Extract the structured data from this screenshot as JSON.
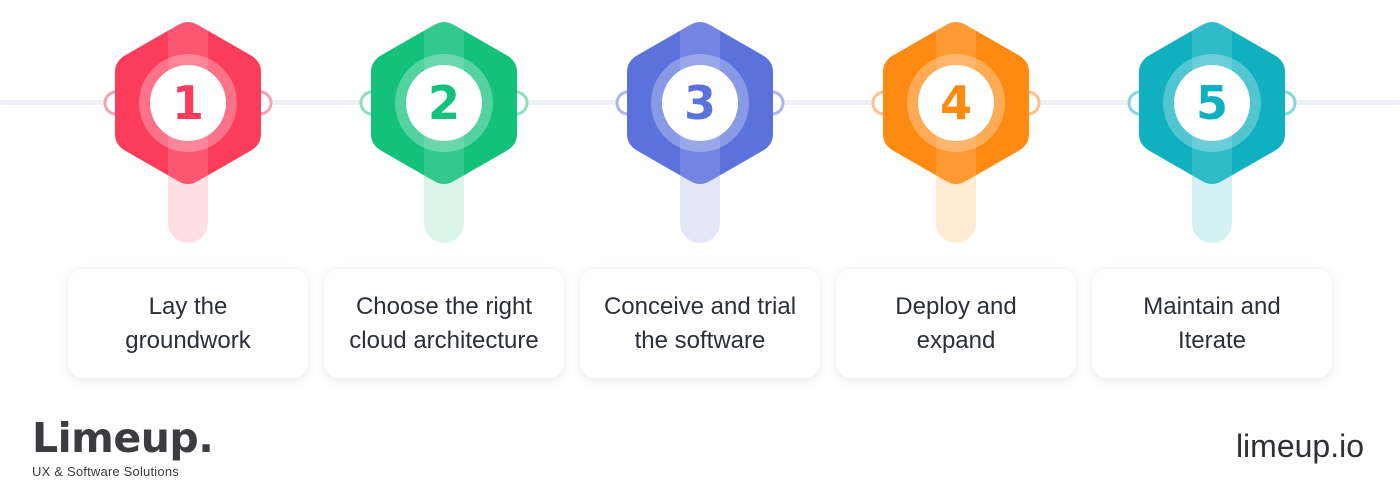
{
  "steps": [
    {
      "number": "1",
      "lines": [
        "Lay the",
        "groundwork"
      ],
      "color": "#fb3c5a",
      "light": "#fde0e5",
      "ring": "#f7a2b0"
    },
    {
      "number": "2",
      "lines": [
        "Choose the right",
        "cloud architecture"
      ],
      "color": "#12c17a",
      "light": "#dcf5ea",
      "ring": "#8fdfbe"
    },
    {
      "number": "3",
      "lines": [
        "Conceive and trial",
        "the software"
      ],
      "color": "#5b72dc",
      "light": "#e3e7f8",
      "ring": "#aab6ec"
    },
    {
      "number": "4",
      "lines": [
        "Deploy and",
        "expand"
      ],
      "color": "#ff8a12",
      "light": "#ffead6",
      "ring": "#ffc08a"
    },
    {
      "number": "5",
      "lines": [
        "Maintain and",
        "Iterate"
      ],
      "color": "#0fb0c0",
      "light": "#d6f1f4",
      "ring": "#86d6de"
    }
  ],
  "brand": {
    "name": "Limeup.",
    "tagline": "UX & Software Solutions"
  },
  "site": "limeup.io"
}
